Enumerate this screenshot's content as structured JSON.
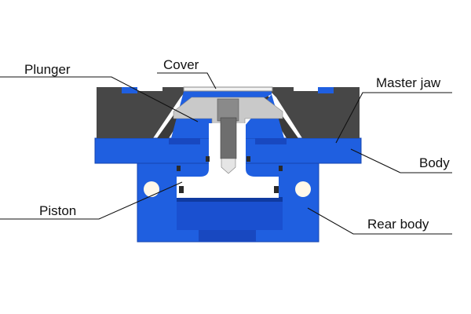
{
  "labels": {
    "plunger": "Plunger",
    "cover": "Cover",
    "master_jaw": "Master jaw",
    "body": "Body",
    "piston": "Piston",
    "rear_body": "Rear body"
  },
  "colors": {
    "blue": "#1f5fe0",
    "blue_dark": "#1544b0",
    "jaw_gray": "#4a4a4a",
    "plunger_gray": "#c9c9c9",
    "leader": "#111111"
  }
}
